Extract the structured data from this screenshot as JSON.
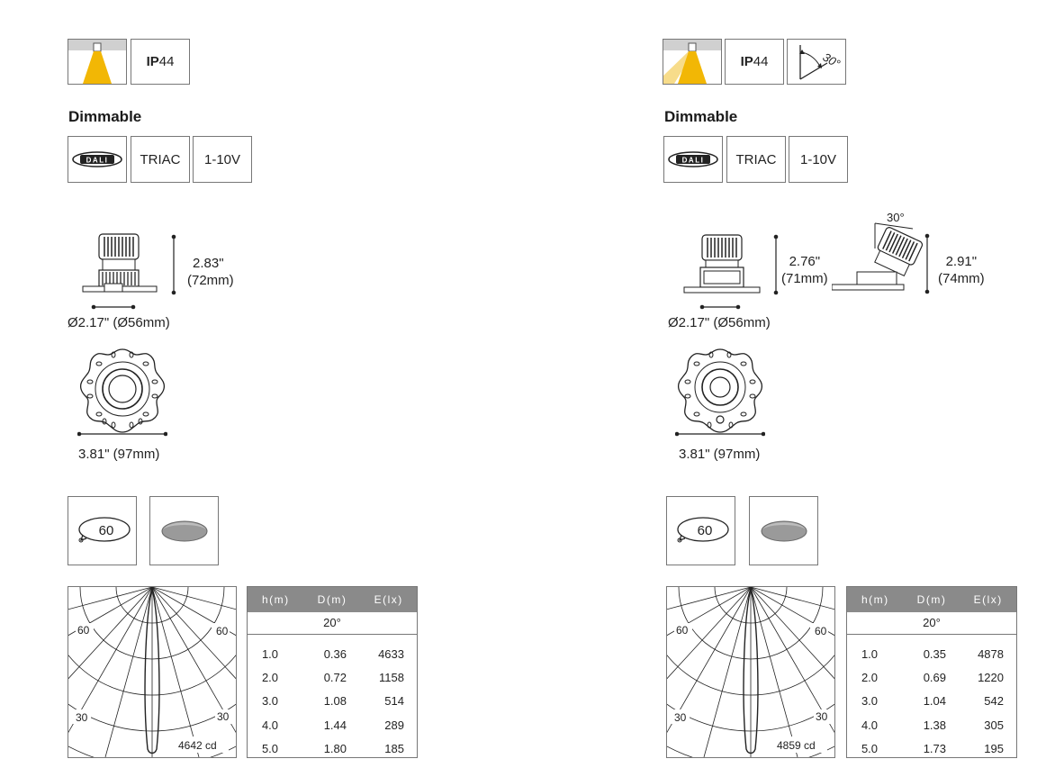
{
  "left": {
    "ip_rating": {
      "prefix": "IP",
      "value": "44"
    },
    "dimmable_heading": "Dimmable",
    "dimming": {
      "dali_logo": "DALI",
      "triac": "TRIAC",
      "analog": "1-10V"
    },
    "height_dim": {
      "inch": "2.83\"",
      "mm": "(72mm)"
    },
    "cutout_dim": "Ø2.17\" (Ø56mm)",
    "trim_dim": "3.81\" (97mm)",
    "rotation_icon": {
      "value": "60"
    },
    "polar": {
      "label_left_top": "60",
      "label_right_top": "60",
      "label_left_bottom": "30",
      "label_right_bottom": "30",
      "peak": "4642 cd"
    },
    "table": {
      "headers": [
        "h(m)",
        "D(m)",
        "E(lx)"
      ],
      "beam_angle": "20°",
      "rows": [
        [
          "1.0",
          "0.36",
          "4633"
        ],
        [
          "2.0",
          "0.72",
          "1158"
        ],
        [
          "3.0",
          "1.08",
          "514"
        ],
        [
          "4.0",
          "1.44",
          "289"
        ],
        [
          "5.0",
          "1.80",
          "185"
        ]
      ]
    }
  },
  "right": {
    "ip_rating": {
      "prefix": "IP",
      "value": "44"
    },
    "tilt_icon": {
      "value": "30°"
    },
    "dimmable_heading": "Dimmable",
    "dimming": {
      "dali_logo": "DALI",
      "triac": "TRIAC",
      "analog": "1-10V"
    },
    "height_dim": {
      "inch": "2.76\"",
      "mm": "(71mm)"
    },
    "tilt_label": "30°",
    "tilt_height_dim": {
      "inch": "2.91\"",
      "mm": "(74mm)"
    },
    "cutout_dim": "Ø2.17\" (Ø56mm)",
    "trim_dim": "3.81\" (97mm)",
    "rotation_icon": {
      "value": "60"
    },
    "polar": {
      "label_left_top": "60",
      "label_right_top": "60",
      "label_left_bottom": "30",
      "label_right_bottom": "30",
      "peak": "4859 cd"
    },
    "table": {
      "headers": [
        "h(m)",
        "D(m)",
        "E(lx)"
      ],
      "beam_angle": "20°",
      "rows": [
        [
          "1.0",
          "0.35",
          "4878"
        ],
        [
          "2.0",
          "0.69",
          "1220"
        ],
        [
          "3.0",
          "1.04",
          "542"
        ],
        [
          "4.0",
          "1.38",
          "305"
        ],
        [
          "5.0",
          "1.73",
          "195"
        ]
      ]
    }
  },
  "colors": {
    "beam_yellow": "#f2b705",
    "beam_light": "#f7dc8a",
    "table_header": "#8a8a8a",
    "line": "#777777"
  }
}
